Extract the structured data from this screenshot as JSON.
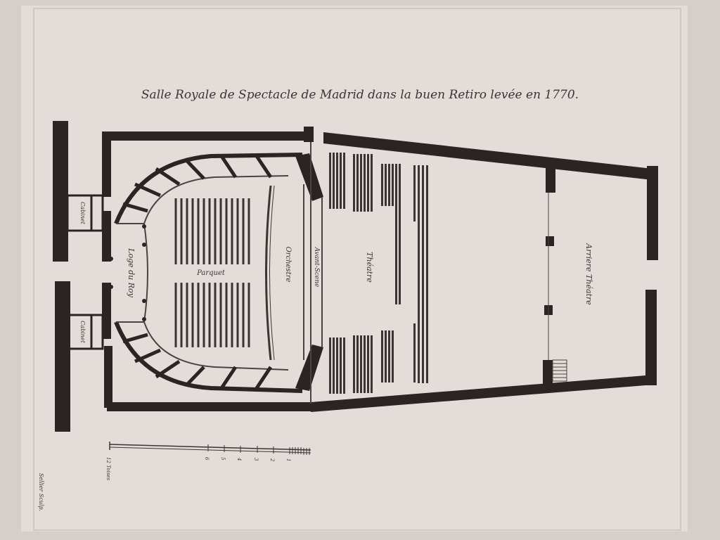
{
  "title": "Salle Royale de Spectacle de Madrid dans la buen Retiro levée en 1770.",
  "labels": {
    "cabinet": "Cabinet",
    "loge_du_roy": "Loge du Roy",
    "parquet": "Parquet",
    "orchestre": "Orchestre",
    "avant_scene": "Avant-Scene",
    "theatre": "Théatre",
    "arriere_theatre": "Arriere Théatre"
  },
  "scale": {
    "unit": "12 Toises",
    "ticks": [
      "6",
      "5",
      "4",
      "3",
      "2",
      "1"
    ]
  },
  "signature": "Sellier Sculp.",
  "colors": {
    "paper": "#d8d2ce",
    "sheet": "#e3dedb",
    "ink": "#2a2524",
    "line": "#4a4240"
  }
}
